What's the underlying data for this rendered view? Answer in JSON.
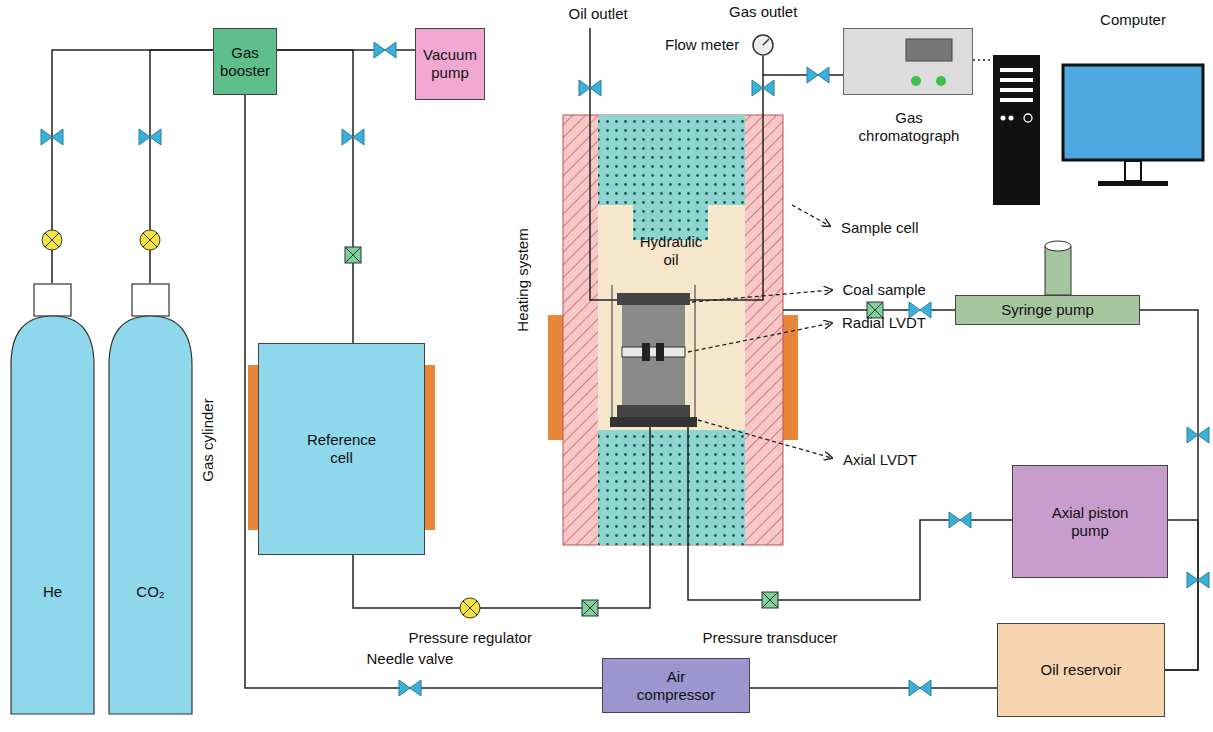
{
  "diagram": {
    "nodes": [
      {
        "text": [
          "He"
        ]
      },
      {
        "text": [
          "CO₂"
        ]
      },
      {
        "text": [
          "Gas booster"
        ]
      },
      {
        "text": [
          "Vacuum pump"
        ]
      },
      {
        "text": [
          "Reference cell"
        ]
      },
      {
        "text": [
          "Hydraulic oil"
        ]
      },
      {
        "text": [
          "Gas chromatograph"
        ]
      },
      {
        "text": [
          "Computer"
        ]
      },
      {
        "text": [
          "Syringe pump"
        ]
      },
      {
        "text": [
          "Axial piston pump"
        ]
      },
      {
        "text": [
          "Air compressor"
        ]
      },
      {
        "text": [
          "Oil reservoir"
        ]
      }
    ],
    "edges": [
      {
        "from": 0,
        "to": 2,
        "arrow": "none"
      },
      {
        "from": 1,
        "to": 2,
        "arrow": "none"
      },
      {
        "from": 2,
        "to": 3,
        "arrow": "none"
      },
      {
        "from": 2,
        "to": 4,
        "arrow": "none"
      },
      {
        "from": 4,
        "to": 5,
        "arrow": "none"
      },
      {
        "from": 2,
        "to": 10,
        "arrow": "none"
      },
      {
        "from": 5,
        "to": 6,
        "arrow": "none"
      },
      {
        "from": 6,
        "to": 7,
        "arrow": "none"
      },
      {
        "from": 5,
        "to": 8,
        "arrow": "none"
      },
      {
        "from": 5,
        "to": 9,
        "arrow": "none"
      },
      {
        "from": 8,
        "to": 11,
        "arrow": "none"
      },
      {
        "from": 9,
        "to": 11,
        "arrow": "none"
      },
      {
        "from": 10,
        "to": 11,
        "arrow": "none"
      }
    ],
    "labels": [
      "Oil outlet",
      "Gas outlet",
      "Flow meter",
      "Sample cell",
      "Heating system",
      "Coal sample",
      "Radial LVDT",
      "Axial LVDT",
      "Gas cylinder",
      "Pressure regulator",
      "Pressure transducer",
      "Needle valve"
    ]
  }
}
